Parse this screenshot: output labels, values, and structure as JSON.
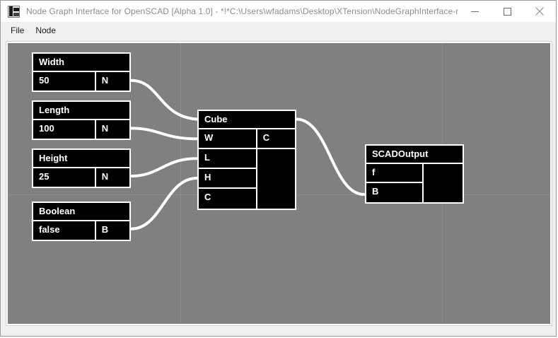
{
  "window": {
    "title": "Node Graph Interface for OpenSCAD [Alpha 1.0]  - *!*C:\\Users\\wfadams\\Desktop\\XTension\\NodeGraphInterface-m...",
    "icon": "app-icon",
    "controls": {
      "minimize": "minimize-icon",
      "maximize": "maximize-icon",
      "close": "close-icon"
    }
  },
  "menu": {
    "items": [
      {
        "label": "File"
      },
      {
        "label": "Node"
      }
    ]
  },
  "canvas": {
    "background_color": "#808080",
    "grid_color": "#8d8d8d",
    "edge_color": "#ffffff",
    "node_fill": "#000000",
    "node_border": "#ffffff"
  },
  "nodes": [
    {
      "id": "width",
      "title": "Width",
      "rows": [
        {
          "left": "50",
          "right": "N"
        }
      ]
    },
    {
      "id": "length",
      "title": "Length",
      "rows": [
        {
          "left": "100",
          "right": "N"
        }
      ]
    },
    {
      "id": "height",
      "title": "Height",
      "rows": [
        {
          "left": "25",
          "right": "N"
        }
      ]
    },
    {
      "id": "boolean",
      "title": "Boolean",
      "rows": [
        {
          "left": "false",
          "right": "B"
        }
      ]
    },
    {
      "id": "cube",
      "title": "Cube",
      "inputs": [
        "W",
        "L",
        "H",
        "C"
      ],
      "outputs": [
        "C"
      ]
    },
    {
      "id": "scadoutput",
      "title": "SCADOutput",
      "inputs": [
        "f",
        "B"
      ],
      "outputs": [
        ""
      ]
    }
  ],
  "edges": [
    {
      "from": "width",
      "to": "cube.W"
    },
    {
      "from": "length",
      "to": "cube.L"
    },
    {
      "from": "height",
      "to": "cube.H"
    },
    {
      "from": "boolean",
      "to": "cube.C"
    },
    {
      "from": "cube.C",
      "to": "scadoutput.B"
    }
  ]
}
